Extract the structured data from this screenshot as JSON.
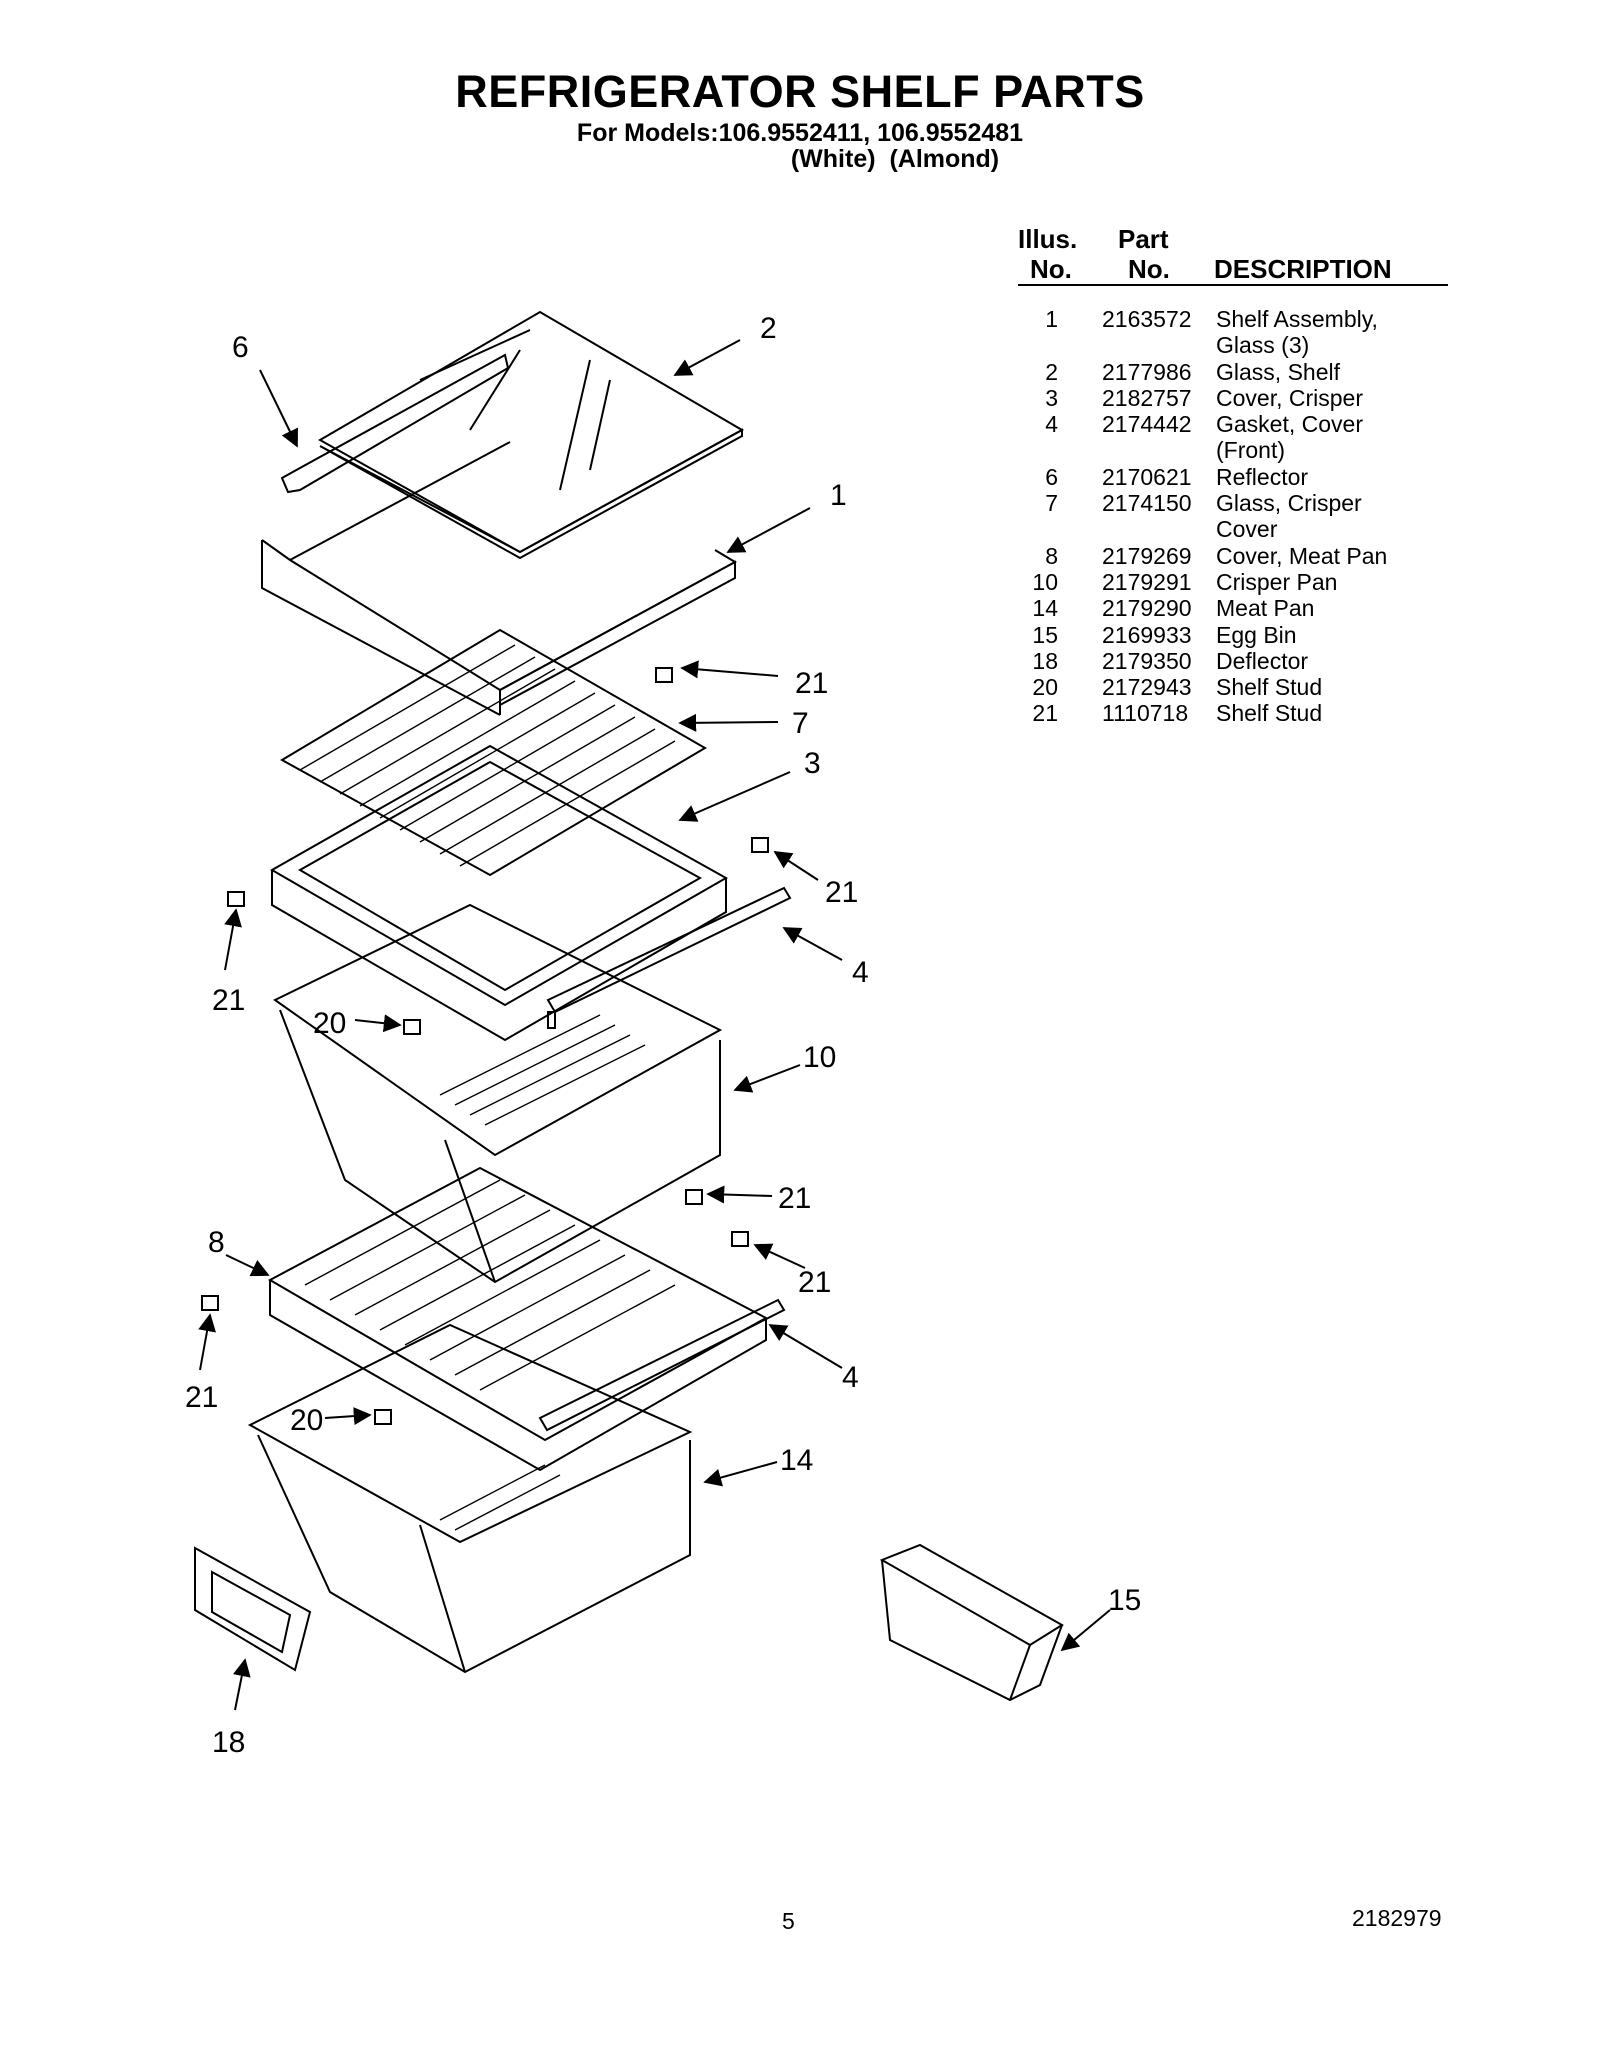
{
  "header": {
    "title": "REFRIGERATOR SHELF PARTS",
    "models_line": "For Models:106.9552411, 106.9552481",
    "colors_line": "(White)  (Almond)"
  },
  "parts_table": {
    "col_illus": [
      "Illus.",
      "No."
    ],
    "col_part": [
      "Part",
      "No."
    ],
    "col_desc": "DESCRIPTION",
    "rows": [
      {
        "illus": "1",
        "part": "2163572",
        "desc": "Shelf Assembly,\nGlass (3)"
      },
      {
        "illus": "2",
        "part": "2177986",
        "desc": "Glass, Shelf"
      },
      {
        "illus": "3",
        "part": "2182757",
        "desc": "Cover, Crisper"
      },
      {
        "illus": "4",
        "part": "2174442",
        "desc": "Gasket, Cover\n(Front)"
      },
      {
        "illus": "6",
        "part": "2170621",
        "desc": "Reflector"
      },
      {
        "illus": "7",
        "part": "2174150",
        "desc": "Glass, Crisper\nCover"
      },
      {
        "illus": "8",
        "part": "2179269",
        "desc": "Cover, Meat Pan"
      },
      {
        "illus": "10",
        "part": "2179291",
        "desc": "Crisper Pan"
      },
      {
        "illus": "14",
        "part": "2179290",
        "desc": "Meat Pan"
      },
      {
        "illus": "15",
        "part": "2169933",
        "desc": "Egg Bin"
      },
      {
        "illus": "18",
        "part": "2179350",
        "desc": "Deflector"
      },
      {
        "illus": "20",
        "part": "2172943",
        "desc": "Shelf Stud"
      },
      {
        "illus": "21",
        "part": "1110718",
        "desc": "Shelf Stud"
      }
    ]
  },
  "diagram": {
    "callouts": [
      "6",
      "2",
      "1",
      "21",
      "7",
      "3",
      "21",
      "21",
      "4",
      "20",
      "10",
      "21",
      "8",
      "21",
      "21",
      "4",
      "20",
      "14",
      "15",
      "18"
    ]
  },
  "footer": {
    "page_number": "5",
    "document_number": "2182979"
  }
}
